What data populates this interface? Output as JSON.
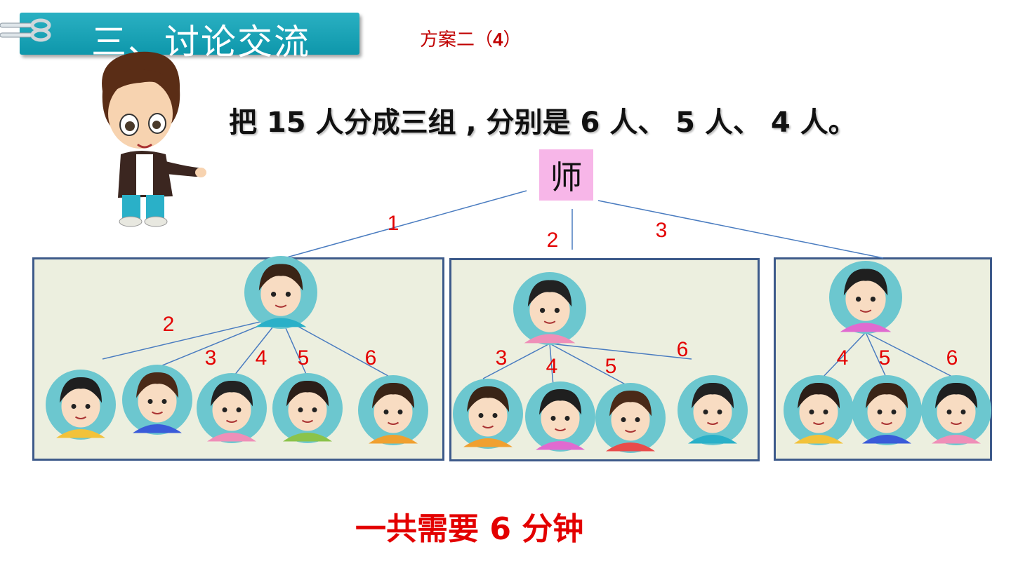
{
  "header": {
    "title": "三、讨论交流",
    "scheme_prefix": "方案二（",
    "scheme_number": "4",
    "scheme_suffix": "）"
  },
  "statement": "把 15 人分成三组 , 分别是 6 人、 5 人、 4 人。",
  "teacher_label": "师",
  "total": "一共需要 6 分钟",
  "diagram": {
    "teacher_links": [
      "1",
      "2",
      "3"
    ],
    "groups": [
      {
        "leader_link": "",
        "child_links": [
          "2",
          "3",
          "4",
          "5",
          "6"
        ]
      },
      {
        "child_links": [
          "3",
          "4",
          "5",
          "6"
        ]
      },
      {
        "child_links": [
          "4",
          "5",
          "6"
        ]
      }
    ]
  },
  "colors": {
    "banner": "#1aa3b5",
    "accent_red": "#e30000",
    "box_border": "#3d5a8a",
    "box_fill": "#ecefdf",
    "teacher_fill": "#f7b6e8",
    "face_circle": "#6cc7cf",
    "line": "#4a7cc0"
  },
  "icons": [
    "paper-clip-icon",
    "boy-mascot-icon",
    "child-avatar-icon"
  ]
}
